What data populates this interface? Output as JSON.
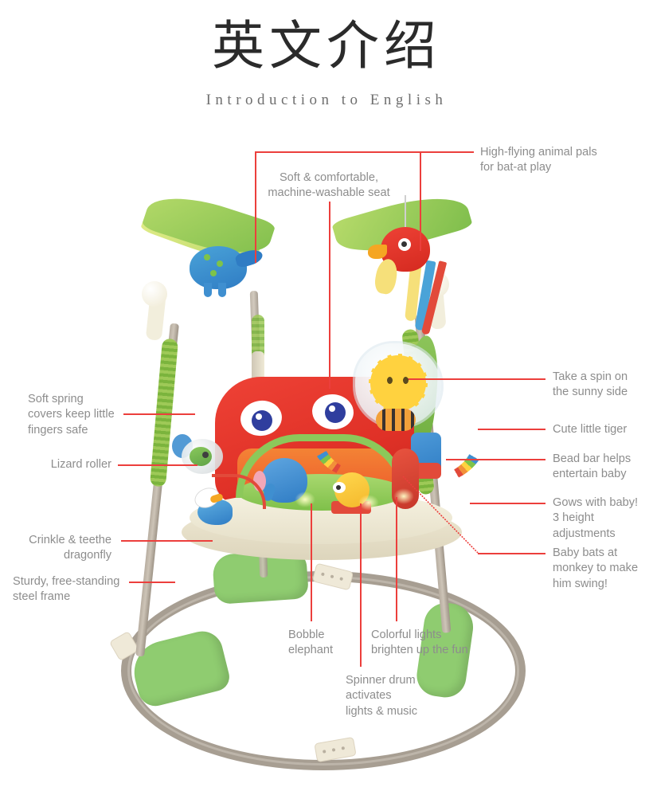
{
  "header": {
    "title_cn": "英文介绍",
    "subtitle_en": "Introduction to English"
  },
  "product": {
    "name": "baby-jumperoo",
    "colors": {
      "leader_line": "#ec3f3c",
      "label_text": "#8d8d8d",
      "title_text": "#2b2b2b",
      "subtitle_text": "#6f6f6f",
      "background": "#ffffff",
      "frame_tube": "#a79e92",
      "foot_green": "#8fcc70",
      "seat_red": "#e03127",
      "leaf_green": "#7fbe4c",
      "spring_green": "#7bb43d",
      "post_cream": "#f2eedc"
    }
  },
  "annotations": [
    {
      "id": "high-flying-animal-pals",
      "text": "High-flying animal pals\nfor bat-at play",
      "align": "left"
    },
    {
      "id": "soft-comfortable-seat",
      "text": "Soft & comfortable,\nmachine-washable seat",
      "align": "center"
    },
    {
      "id": "take-a-spin-sunny-side",
      "text": "Take a spin on\nthe sunny side",
      "align": "left"
    },
    {
      "id": "cute-little-tiger",
      "text": "Cute little tiger",
      "align": "left"
    },
    {
      "id": "bead-bar-entertain-baby",
      "text": "Bead bar helps\n entertain baby",
      "align": "left"
    },
    {
      "id": "grows-with-baby",
      "text": "Gows with baby!\n3 height\nadjustments",
      "align": "left"
    },
    {
      "id": "baby-bats-at-monkey",
      "text": "Baby bats at\nmonkey to make\nhim swing!",
      "align": "left"
    },
    {
      "id": "soft-spring-covers",
      "text": "Soft spring\ncovers keep little\nfingers safe",
      "align": "left"
    },
    {
      "id": "lizard-roller",
      "text": "Lizard roller",
      "align": "right"
    },
    {
      "id": "crinkle-teethe-dragonfly",
      "text": "Crinkle & teethe\n dragonfly",
      "align": "right"
    },
    {
      "id": "sturdy-steel-frame",
      "text": "Sturdy, free-standing\nsteel frame",
      "align": "left"
    },
    {
      "id": "bobble-elephant",
      "text": "Bobble\nelephant",
      "align": "center"
    },
    {
      "id": "colorful-lights",
      "text": "Colorful lights\nbrighten up the fun",
      "align": "left"
    },
    {
      "id": "spinner-drum",
      "text": "Spinner drum\nactivates\nlights & music",
      "align": "left"
    }
  ]
}
